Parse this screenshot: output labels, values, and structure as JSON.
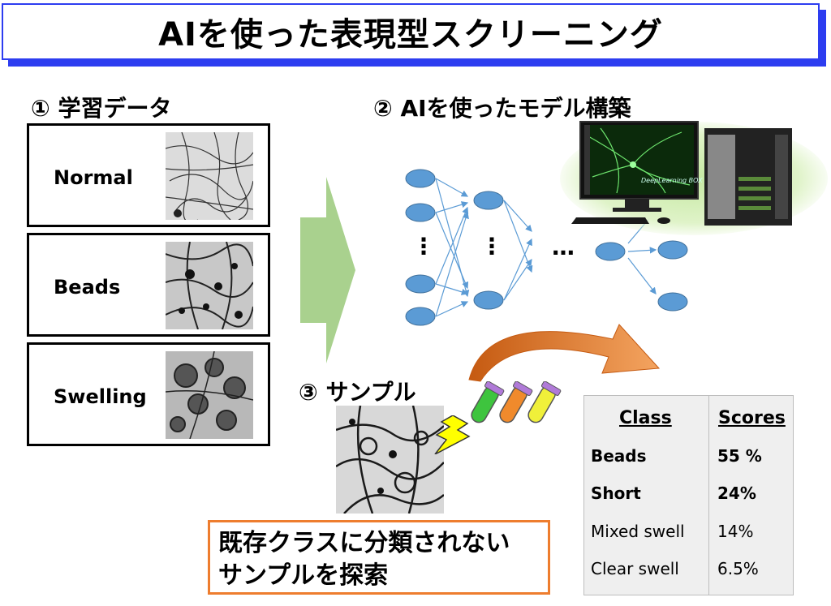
{
  "title": "AIを使った表現型スクリーニング",
  "sections": {
    "training": "① 学習データ",
    "model": "② AIを使ったモデル構築",
    "sample": "③ サンプル"
  },
  "training_classes": [
    {
      "label": "Normal"
    },
    {
      "label": "Beads"
    },
    {
      "label": "Swelling"
    }
  ],
  "network": {
    "ellipsis_vertical": "⋮",
    "ellipsis_horizontal": "…"
  },
  "computer": {
    "screen_brand": "DeepLearning BOX"
  },
  "scores_table": {
    "headers": [
      "Class",
      "Scores"
    ],
    "rows": [
      {
        "class": "Beads",
        "score": "55 %",
        "bold": true
      },
      {
        "class": "Short",
        "score": "24%",
        "bold": true
      },
      {
        "class": "Mixed swell",
        "score": "14%",
        "bold": false
      },
      {
        "class": "Clear swell",
        "score": "6.5%",
        "bold": false
      }
    ]
  },
  "callout": {
    "line1": "既存クラスに分類されない",
    "line2": "サンプルを探索"
  },
  "colors": {
    "title_blue": "#2d3df0",
    "node_blue": "#5b9bd5",
    "arrow_green": "#a9d18e",
    "curve_orange": "#ee7d2e",
    "lightning_yellow": "#ffff00"
  }
}
